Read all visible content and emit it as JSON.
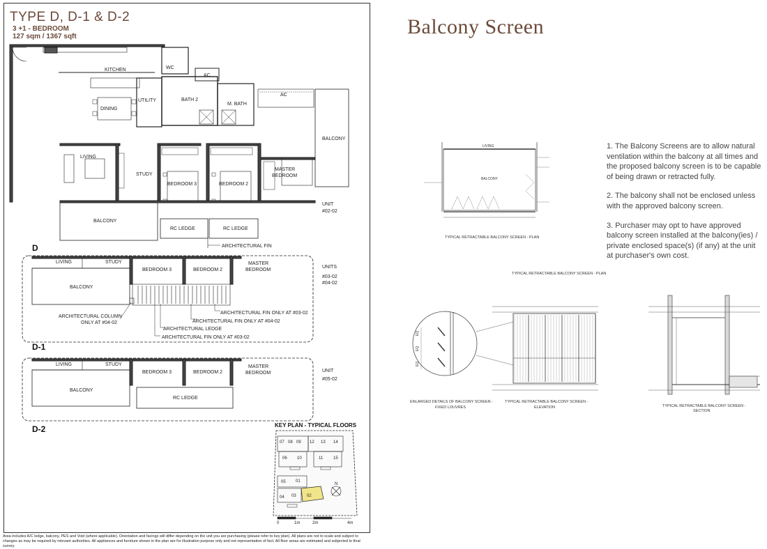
{
  "unit": {
    "type_title": "TYPE D, D-1 & D-2",
    "bedroom": "3 +1 - BEDROOM",
    "area": "127 sqm / 1367 sqft"
  },
  "plan_d": {
    "label": "D",
    "rooms": {
      "kitchen": "KITCHEN",
      "wc": "WC",
      "ac1": "AC",
      "ac2": "AC",
      "utility": "UTILITY",
      "dining": "DINING",
      "bath2": "BATH 2",
      "mbath": "M. BATH",
      "balcony_right": "BALCONY",
      "living": "LIVING",
      "study": "STUDY",
      "bedroom3": "BEDROOM 3",
      "bedroom2": "BEDROOM 2",
      "master": "MASTER",
      "master_bedroom": "BEDROOM",
      "balcony": "BALCONY",
      "rc_ledge1": "RC LEDGE",
      "rc_ledge2": "RC LEDGE"
    },
    "unit_label": "UNIT",
    "unit_no": "#02-02",
    "arch_fin": "ARCHITECTURAL FIN"
  },
  "plan_d1": {
    "label": "D-1",
    "rooms": {
      "living": "LIVING",
      "study": "STUDY",
      "bedroom3": "BEDROOM 3",
      "bedroom2": "BEDROOM 2",
      "master": "MASTER",
      "master_bedroom": "BEDROOM",
      "balcony": "BALCONY"
    },
    "units_label": "UNITS",
    "unit_a": "#03-02",
    "unit_b": "#04-02",
    "notes": {
      "arch_column": "ARCHITECTURAL COLUMN",
      "arch_column2": "ONLY AT #04-02",
      "fin_03": "ARCHITECTURAL FIN ONLY AT #03-02",
      "fin_04": "ARCHITECTURAL FIN ONLY AT #04-02",
      "ledge": "ARCHITECTURAL LEDGE",
      "fin_03b": "ARCHITECTURAL FIN ONLY AT #03-02"
    }
  },
  "plan_d2": {
    "label": "D-2",
    "rooms": {
      "living": "LIVING",
      "study": "STUDY",
      "bedroom3": "BEDROOM 3",
      "bedroom2": "BEDROOM 2",
      "master": "MASTER",
      "master_bedroom": "BEDROOM",
      "balcony": "BALCONY",
      "rc_ledge": "RC LEDGE"
    },
    "unit_label": "UNIT",
    "unit_no": "#05-02"
  },
  "key_plan": {
    "title": "KEY PLAN - TYPICAL FLOORS",
    "blocks_top": [
      "07",
      "08",
      "09",
      "12",
      "13",
      "14"
    ],
    "blocks_mid": [
      "06",
      "10",
      "11",
      "15"
    ],
    "blocks_low": [
      "05",
      "01"
    ],
    "blocks_bottom": [
      "04",
      "03",
      "02"
    ],
    "highlight": "02",
    "north": "N"
  },
  "scale": {
    "s0": "0",
    "s1": "1m",
    "s2": "2m",
    "s4": "4m"
  },
  "disclaimer": "Area includes A/C ledge, balcony, PES and Void (where applicable). Orientation and facings will differ depending on the unit you are purchasing (please refer to key plan). All plans are not to scale and subject to changes as may be required by relevant authorities. All appliances and furniture shown in the plan are for illustration purpose only and not representation of fact. All floor areas are estimated and subjected to final survey.",
  "balcony_screen": {
    "title": "Balcony Screen",
    "notes": [
      "1. The Balcony Screens are to allow natural ventilation within the balcony at all times and the proposed balcony screen is to be capable of being drawn or retracted fully.",
      "2. The balcony shall not be enclosed unless with the approved balcony screen.",
      "3. Purchaser may opt to have approved balcony screen installed at the balcony(ies) / private enclosed space(s) (if any) at the unit at purchaser's own cost."
    ],
    "drawing_labels": {
      "living": "LIVING",
      "balcony": "BALCONY",
      "cap_plan": "TYPICAL RETRACTABLE BALCONY SCREEN - PLAN",
      "cap_plan2": "TYPICAL RETRACTABLE BALCONY SCREEN - PLAN",
      "cap_detail1": "ENLARGED DETAILS OF  BALCONY SCREEN -",
      "cap_detail2": "FIXED LOUVRES",
      "cap_elev1": "TYPICAL RETRACTABLE BALCONY SCREEN -",
      "cap_elev2": "ELEVATION",
      "cap_sect1": "TYPICAL RETRACTABLE BALCONY SCREEN -",
      "cap_sect2": "SECTION",
      "eq": "EQ"
    }
  }
}
